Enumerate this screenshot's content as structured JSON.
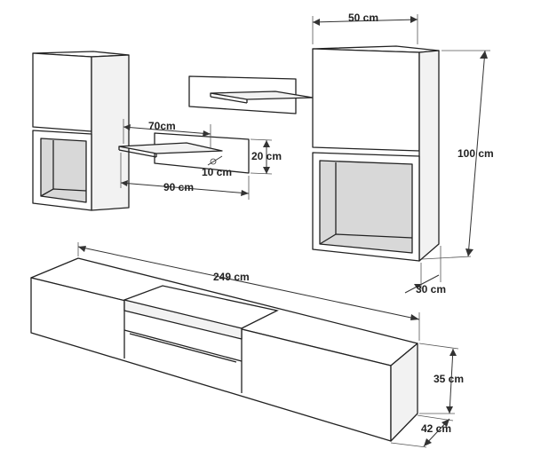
{
  "dimensions": {
    "upper_cabinet_width": "50 cm",
    "upper_cabinet_height": "100 cm",
    "upper_cabinet_depth": "30 cm",
    "shelf_width_inner": "70cm",
    "shelf_width_outer": "90 cm",
    "shelf_height": "20 cm",
    "shelf_depth": "10 cm",
    "tv_unit_width": "249 cm",
    "tv_unit_height": "35 cm",
    "tv_unit_depth": "42 cm"
  }
}
